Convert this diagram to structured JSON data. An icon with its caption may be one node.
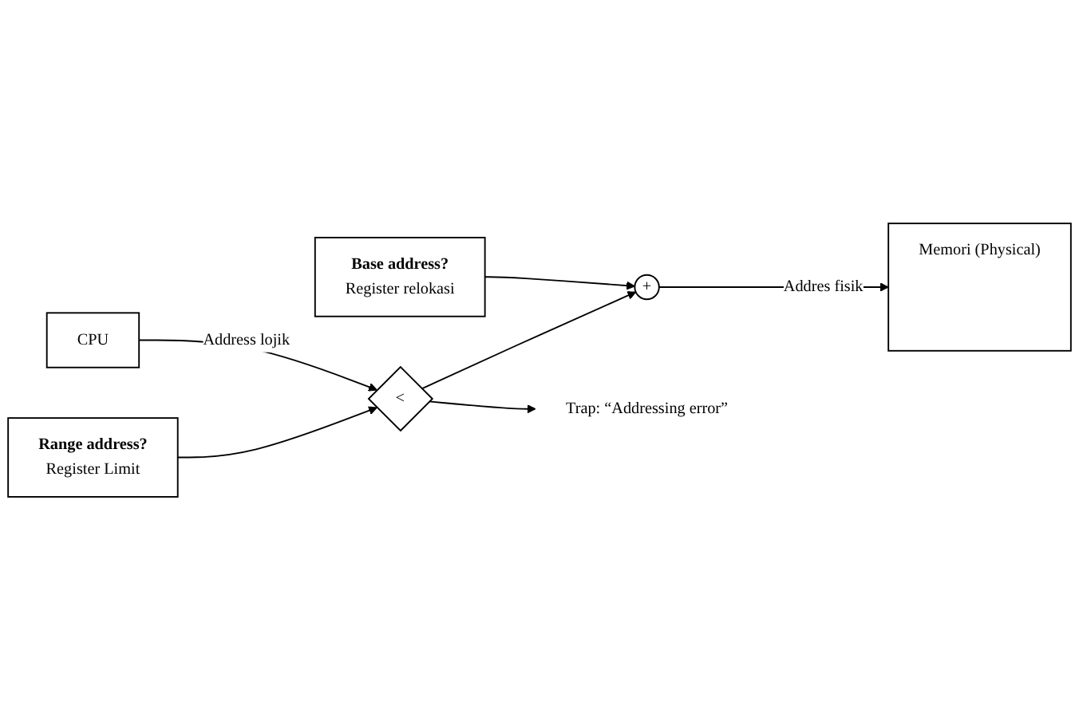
{
  "diagram": {
    "nodes": [
      {
        "text": [
          "Range address?",
          "Register Limit"
        ]
      },
      {
        "text": [
          "Base address?",
          "Register relokasi"
        ]
      },
      {
        "text": [
          "CPU"
        ]
      },
      {
        "text": [
          "<"
        ]
      },
      {
        "text": [
          "+"
        ]
      },
      {
        "text": [
          "Memori (Physical)"
        ]
      },
      {
        "text": [
          "Trap: “Addressing error”"
        ]
      }
    ],
    "edges": [
      {
        "from": 2,
        "to": 3,
        "arrow": "to",
        "label": "Address lojik"
      },
      {
        "from": 0,
        "to": 3,
        "arrow": "to"
      },
      {
        "from": 3,
        "to": 4,
        "arrow": "to"
      },
      {
        "from": 1,
        "to": 4,
        "arrow": "to"
      },
      {
        "from": 4,
        "to": 5,
        "arrow": "to",
        "label": "Addres fisik"
      },
      {
        "from": 3,
        "to": 6,
        "arrow": "to"
      }
    ]
  }
}
